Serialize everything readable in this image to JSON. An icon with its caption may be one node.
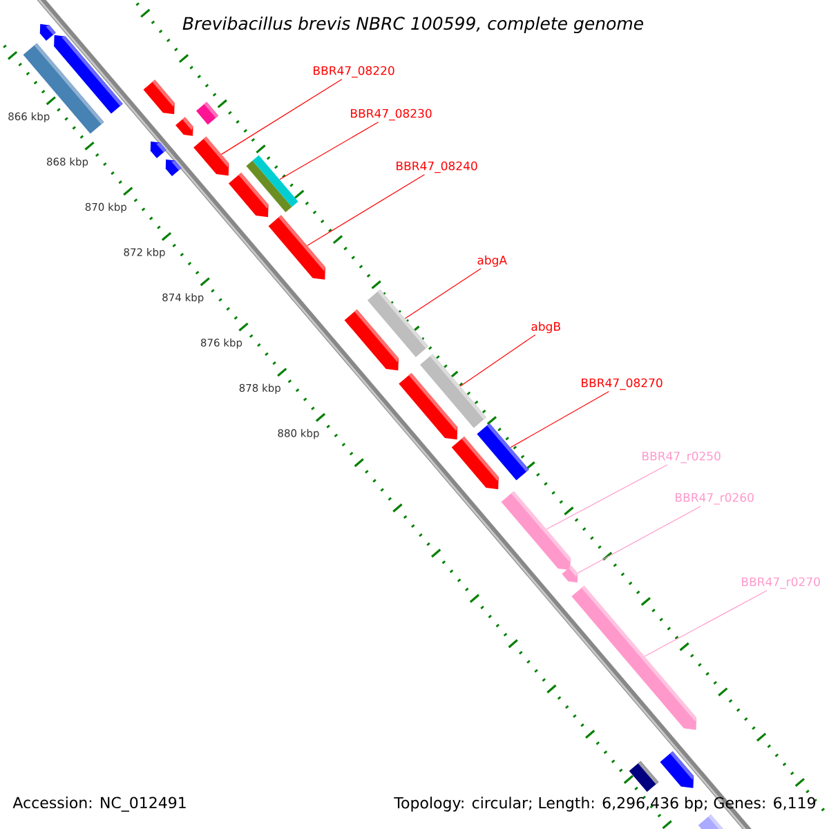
{
  "diagram": {
    "title": "Brevibacillus brevis NBRC 100599, complete genome",
    "nodes": [
      {
        "text": [
          "BBR47_08220"
        ]
      },
      {
        "text": [
          "BBR47_08230"
        ]
      },
      {
        "text": [
          "BBR47_08240"
        ]
      },
      {
        "text": [
          "abgA"
        ]
      },
      {
        "text": [
          "abgB"
        ]
      },
      {
        "text": [
          "BBR47_08270"
        ]
      },
      {
        "text": [
          "BBR47_r0250"
        ]
      },
      {
        "text": [
          "BBR47_r0260"
        ]
      },
      {
        "text": [
          "BBR47_r0270"
        ]
      },
      {
        "text": [],
        "shape": "bar"
      },
      {
        "text": [],
        "shape": "bar"
      },
      {
        "text": [],
        "shape": "bar"
      },
      {
        "text": [],
        "shape": "bar"
      },
      {
        "text": [],
        "shape": "bar"
      },
      {
        "text": [],
        "shape": "bar"
      },
      {
        "text": [],
        "shape": "bar"
      },
      {
        "text": [],
        "shape": "bar"
      },
      {
        "text": [],
        "shape": "bar"
      },
      {
        "text": [],
        "shape": "bar"
      },
      {
        "text": [],
        "shape": "bar"
      },
      {
        "text": [],
        "shape": "bar"
      },
      {
        "text": [],
        "shape": "bar"
      },
      {
        "text": [],
        "shape": "bar"
      },
      {
        "text": [],
        "shape": "bar"
      },
      {
        "text": [],
        "shape": "bar"
      },
      {
        "text": [],
        "shape": "bar"
      },
      {
        "text": [],
        "shape": "bar"
      },
      {
        "text": [],
        "shape": "bar"
      },
      {
        "text": [],
        "shape": "bar"
      },
      {
        "text": [],
        "shape": "bar"
      },
      {
        "text": [],
        "shape": "bar"
      },
      {
        "text": [],
        "shape": "bar"
      },
      {
        "text": [],
        "shape": "bar"
      }
    ],
    "edges": [
      {
        "from": 0,
        "to": 16,
        "arrow": "none"
      },
      {
        "from": 1,
        "to": 18,
        "arrow": "none"
      },
      {
        "from": 2,
        "to": 20,
        "arrow": "none"
      },
      {
        "from": 3,
        "to": 21,
        "arrow": "none"
      },
      {
        "from": 4,
        "to": 23,
        "arrow": "none"
      },
      {
        "from": 5,
        "to": 25,
        "arrow": "none"
      },
      {
        "from": 6,
        "to": 27,
        "arrow": "none",
        "color": "#ff99cc"
      },
      {
        "from": 7,
        "to": 28,
        "arrow": "none",
        "color": "#ff99cc"
      },
      {
        "from": 8,
        "to": 29,
        "arrow": "none",
        "color": "#ff99cc"
      }
    ],
    "labels": [
      "866 kbp",
      "868 kbp",
      "870 kbp",
      "872 kbp",
      "874 kbp",
      "876 kbp",
      "878 kbp",
      "880 kbp",
      "Accession: NC_012491",
      "Topology: circular; Length: 6,296,436 bp; Genes: 6,119"
    ]
  }
}
